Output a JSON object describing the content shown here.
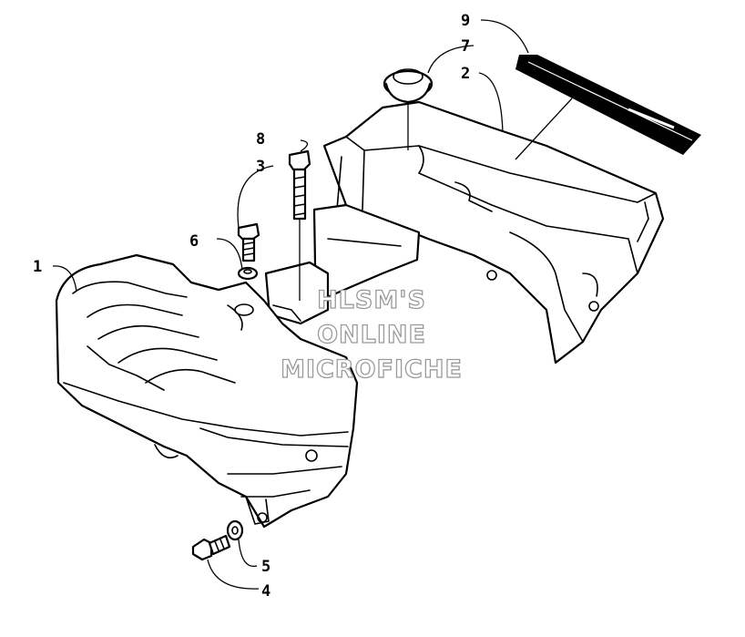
{
  "callouts": [
    {
      "id": "1",
      "label": "1"
    },
    {
      "id": "2",
      "label": "2"
    },
    {
      "id": "3",
      "label": "3"
    },
    {
      "id": "4",
      "label": "4"
    },
    {
      "id": "5",
      "label": "5"
    },
    {
      "id": "6",
      "label": "6"
    },
    {
      "id": "7",
      "label": "7"
    },
    {
      "id": "8",
      "label": "8"
    },
    {
      "id": "9",
      "label": "9"
    }
  ],
  "watermark": {
    "line1": "HLSM'S",
    "line2": "ONLINE",
    "line3": "MICROFICHE"
  },
  "colors": {
    "line": "#000000",
    "background": "#ffffff",
    "decal": "#000000",
    "watermark_outline": "#9a9a9a"
  }
}
